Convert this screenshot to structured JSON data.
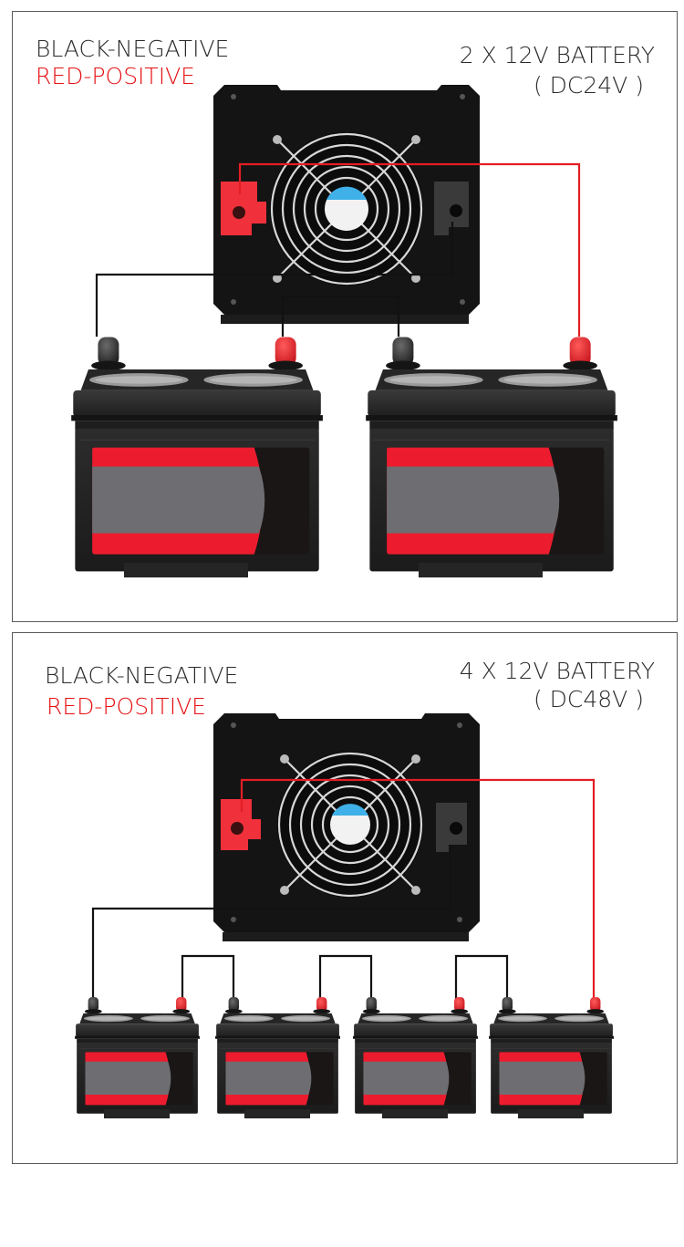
{
  "colors": {
    "negative": "#111111",
    "positive": "#e31e24",
    "panel_border": "#5a5a5a",
    "battery_body": "#232323",
    "battery_red": "#ec1c2e",
    "battery_gray": "#6e6e72",
    "inverter_body": "#141414"
  },
  "panels": [
    {
      "legend": {
        "negative": "BLACK-NEGATIVE",
        "positive": "RED-POSITIVE"
      },
      "config": {
        "title": "2 X 12V BATTERY",
        "voltage": "( DC24V )"
      },
      "battery_count": 2,
      "connection": "series"
    },
    {
      "legend": {
        "negative": "BLACK-NEGATIVE",
        "positive": "RED-POSITIVE"
      },
      "config": {
        "title": "4 X 12V BATTERY",
        "voltage": "( DC48V )"
      },
      "battery_count": 4,
      "connection": "series"
    }
  ],
  "icons": {
    "inverter": "inverter-icon",
    "fan": "cooling-fan-icon",
    "positive_terminal": "red-terminal-icon",
    "negative_terminal": "black-terminal-icon",
    "battery": "battery-icon"
  }
}
